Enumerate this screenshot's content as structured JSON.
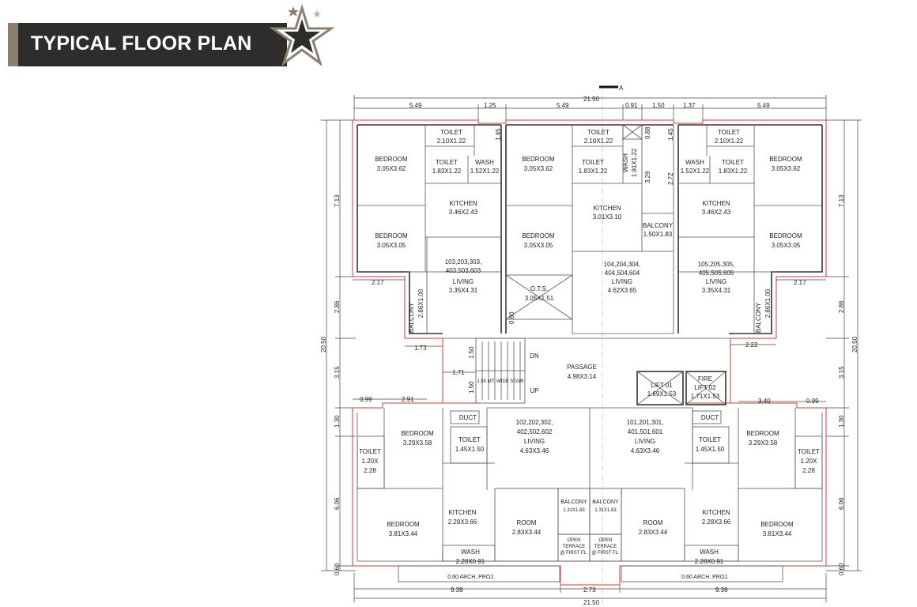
{
  "header": {
    "title": "TYPICAL FLOOR PLAN"
  },
  "brand": {
    "banner_color": "#2f2d2b",
    "accent_color": "#8a8070",
    "logo_icon": "star-logo-icon"
  },
  "section_marker": "A",
  "dims": {
    "top_total": "21.50",
    "top_1": "5.49",
    "top_2": "1.25",
    "top_3": "5.49",
    "top_4": "0.91",
    "top_5": "1.50",
    "top_6": "1.37",
    "top_7": "5.49",
    "bottom_total": "21.50",
    "bottom_1": "9.38",
    "bottom_2": "2.73",
    "bottom_3": "9.38",
    "left_total": "20.50",
    "left_1": "7.13",
    "left_2": "2.86",
    "left_3": "3.15",
    "left_4": "1.30",
    "left_5": "6.06",
    "left_6": "0.60",
    "right_total": "20.50",
    "right_1": "7.13",
    "right_2": "2.86",
    "right_3": "3.15",
    "right_4": "1.30",
    "right_5": "6.06",
    "right_6": "0.60",
    "d_217_l": "2.17",
    "d_217_r": "2.17",
    "d_173": "1.73",
    "d_171": "1.71",
    "d_150a": "1.50",
    "d_150b": "1.50",
    "d_099_l": "0.99",
    "d_291": "2.91",
    "d_222": "2.22",
    "d_340": "3.40",
    "d_099_r": "0.99",
    "d_145_l": "1.45",
    "d_145_r": "1.45",
    "d_088": "0.88",
    "d_329": "3.29",
    "d_272": "2.72",
    "d_060": "0.60"
  },
  "rooms": {
    "bed_tl1": {
      "name": "BEDROOM",
      "size": "3.05X3.62"
    },
    "bed_tl2": {
      "name": "BEDROOM",
      "size": "3.05X3.05"
    },
    "toilet_t1": {
      "name": "TOILET",
      "size": "2.10X1.22"
    },
    "toilet_t1b": {
      "name": "TOILET",
      "size": "1.83X1.22"
    },
    "wash_t1": {
      "name": "WASH",
      "size": "1.52X1.22"
    },
    "kitchen_t1": {
      "name": "KITCHEN",
      "size": "3.46X2.43"
    },
    "living_t1": {
      "units": "103,203,303,",
      "units2": "403,503,603",
      "name": "LIVING",
      "size": "3.35X4.31"
    },
    "balcony_t1": {
      "name": "BALCONY",
      "size": "2.86X1.00"
    },
    "bed_tm1": {
      "name": "BEDROOM",
      "size": "3.05X3.62"
    },
    "bed_tm2": {
      "name": "BEDROOM",
      "size": "3.05X3.05"
    },
    "toilet_tm": {
      "name": "TOILET",
      "size": "2.10X1.22"
    },
    "toilet_tmb": {
      "name": "TOILET",
      "size": "1.83X1.22"
    },
    "wash_tm": {
      "name": "WASH",
      "size": "1.91X1.22"
    },
    "kitchen_tm": {
      "name": "KITCHEN",
      "size": "3.01X3.10"
    },
    "balcony_tm": {
      "name": "BALCONY",
      "size": "1.50X1.83"
    },
    "living_tm": {
      "units": "104,204,304,",
      "units2": "404,504,604",
      "name": "LIVING",
      "size": "4.62X3.65"
    },
    "ots": {
      "name": "O.T.S.",
      "size": "3.05X1.51"
    },
    "bed_tr1": {
      "name": "BEDROOM",
      "size": "3.05X3.62"
    },
    "bed_tr2": {
      "name": "BEDROOM",
      "size": "3.05X3.05"
    },
    "toilet_tr": {
      "name": "TOILET",
      "size": "2.10X1.22"
    },
    "toilet_trb": {
      "name": "TOILET",
      "size": "1.83X1.22"
    },
    "wash_tr": {
      "name": "WASH",
      "size": "1.52X1.22"
    },
    "kitchen_tr": {
      "name": "KITCHEN",
      "size": "3.46X2.43"
    },
    "living_tr": {
      "units": "105,205,305,",
      "units2": "405,505,605",
      "name": "LIVING",
      "size": "3.35X4.31"
    },
    "balcony_tr": {
      "name": "BALCONY",
      "size": "2.86X1.00"
    },
    "passage": {
      "name": "PASSAGE",
      "size": "4.98X3.14"
    },
    "stair": {
      "label": "1.50 MT. WIDE STAIR",
      "dn": "DN",
      "up": "UP"
    },
    "lift1": {
      "name": "LIFT 01",
      "size": "1.69X1.53"
    },
    "lift2": {
      "name": "FIRE",
      "name2": "LIFT 02",
      "size": "1.71X1.53"
    },
    "living_b1": {
      "units": "102,202,302,",
      "units2": "402,502,602",
      "name": "LIVING",
      "size": "4.63X3.46"
    },
    "living_b2": {
      "units": "101,201,301,",
      "units2": "401,501,601",
      "name": "LIVING",
      "size": "4.63X3.46"
    },
    "duct_l": {
      "name": "DUCT"
    },
    "duct_r": {
      "name": "DUCT"
    },
    "bed_bl1": {
      "name": "BEDROOM",
      "size": "3.29X3.58"
    },
    "bed_bl2": {
      "name": "BEDROOM",
      "size": "3.81X3.44"
    },
    "toilet_bl": {
      "name": "TOILET",
      "size": "1.45X1.50"
    },
    "toilet_bl_side": {
      "name": "TOILET",
      "size": "1.20X",
      "size2": "2.28"
    },
    "kitchen_bl": {
      "name": "KITCHEN",
      "size": "2.28X3.66"
    },
    "wash_bl": {
      "name": "WASH",
      "size": "2.28X0.91"
    },
    "room_bl": {
      "name": "ROOM",
      "size": "2.83X3.44"
    },
    "balcony_bl": {
      "name": "BALCONY",
      "size": "1.31X1.83"
    },
    "terrace_bl": {
      "l1": "OPEN",
      "l2": "TERRACE",
      "l3": "@ FIRST FL."
    },
    "bed_br1": {
      "name": "BEDROOM",
      "size": "3.29X3.58"
    },
    "bed_br2": {
      "name": "BEDROOM",
      "size": "3.81X3.44"
    },
    "toilet_br": {
      "name": "TOILET",
      "size": "1.45X1.50"
    },
    "toilet_br_side": {
      "name": "TOILET",
      "size": "1.20X",
      "size2": "2.28"
    },
    "kitchen_br": {
      "name": "KITCHEN",
      "size": "2.28X3.66"
    },
    "wash_br": {
      "name": "WASH",
      "size": "2.28X0.91"
    },
    "room_br": {
      "name": "ROOM",
      "size": "2.83X3.44"
    },
    "balcony_br": {
      "name": "BALCONY",
      "size": "1.31X1.83"
    },
    "terrace_br": {
      "l1": "OPEN",
      "l2": "TERRACE",
      "l3": "@ FIRST FL."
    },
    "arch_l": {
      "name": "0.60 ARCH. PROJ."
    },
    "arch_r": {
      "name": "0.60 ARCH. PROJ."
    }
  }
}
